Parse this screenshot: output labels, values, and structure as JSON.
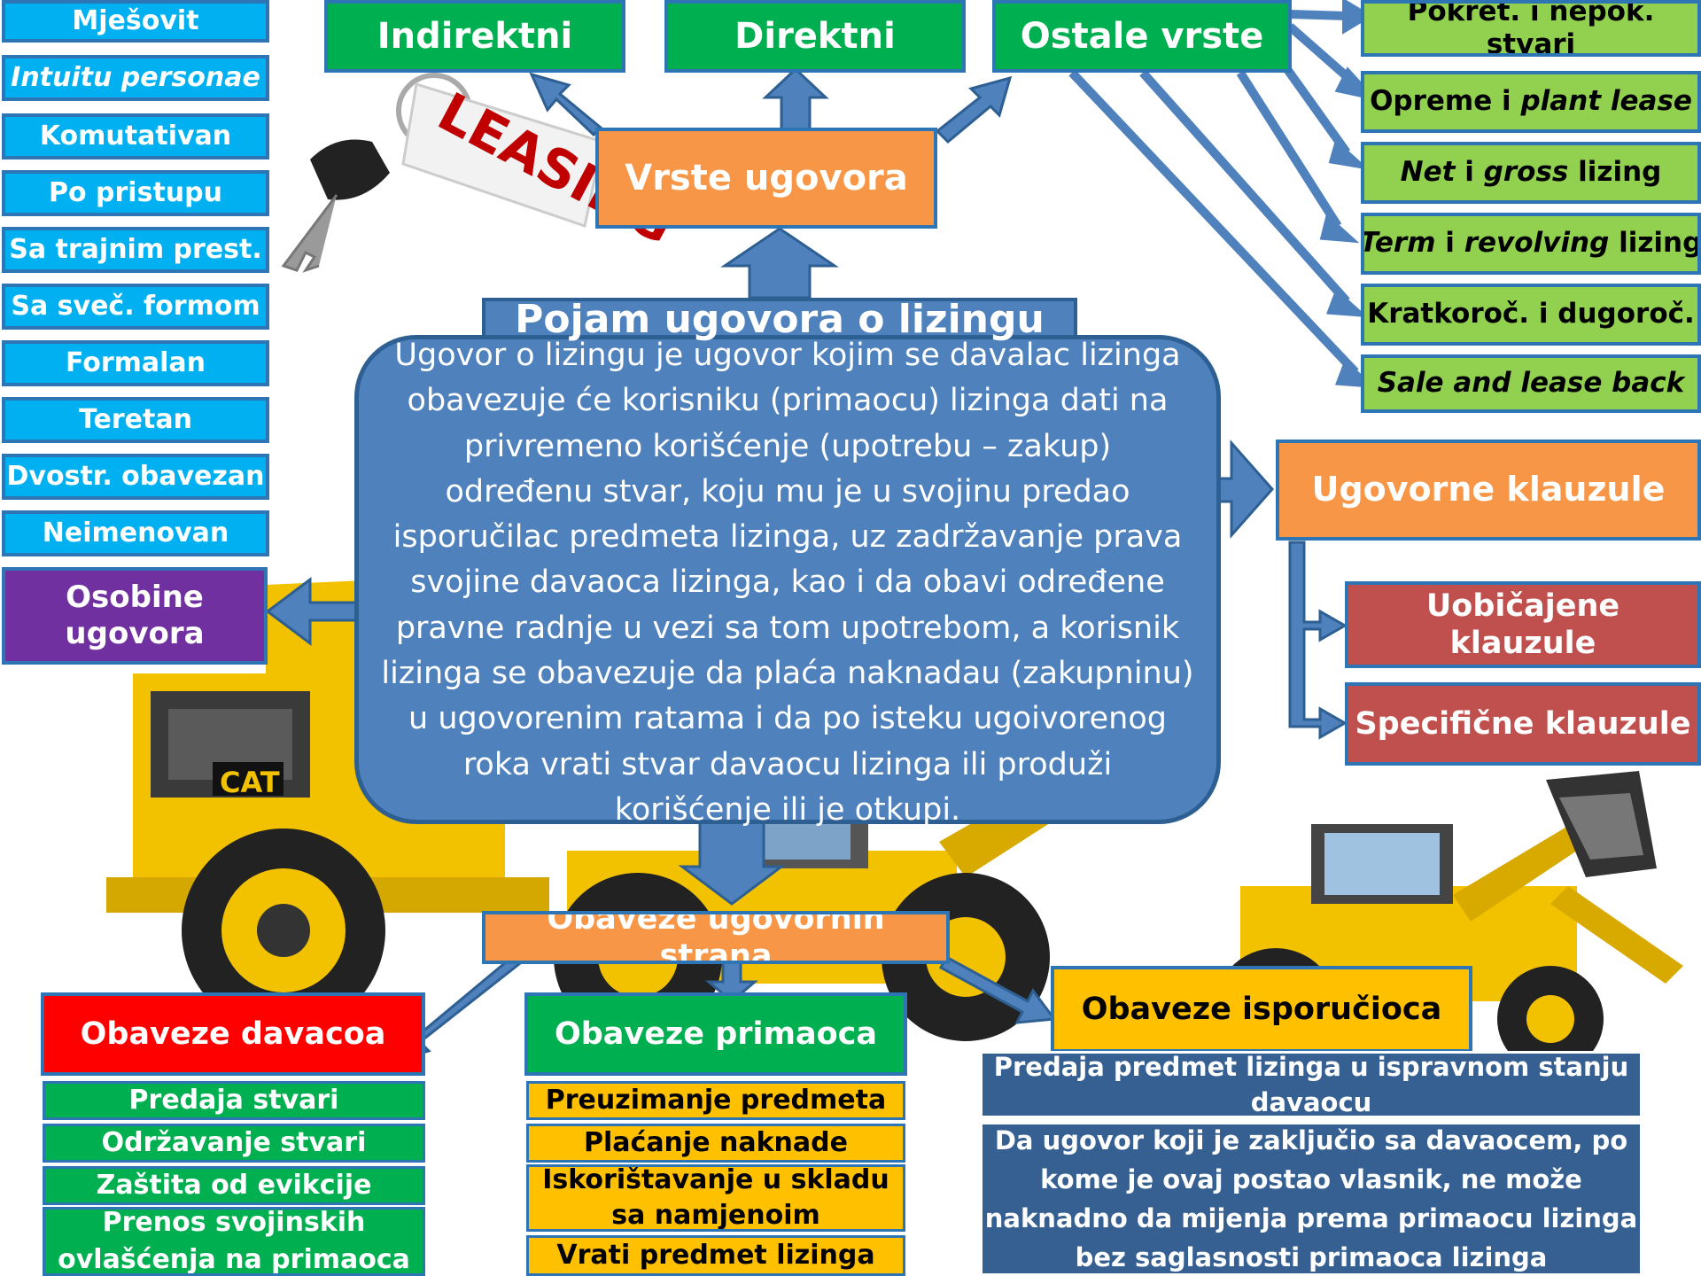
{
  "central": {
    "title": "Pojam ugovora o lizingu",
    "lines": [
      "Ugovor o lizingu je ugovor kojim se davalac lizinga",
      "obavezuje će korisniku (primaocu) lizinga dati na",
      "privremeno korišćenje (upotrebu – zakup)",
      "određenu stvar, koju mu je u svojinu predao",
      "isporučilac predmeta lizinga, uz zadržavanje prava",
      "svojine davaoca lizinga, kao i da obavi određene",
      "pravne radnje u vezi sa tom upotrebom, a korisnik",
      "lizinga se obavezuje da plaća naknadau (zakupninu)",
      "u ugovorenim ratama i da po isteku ugoivorenog",
      "roka vrati stvar davaocu lizinga ili produži",
      "korišćenje ili je otkupi."
    ]
  },
  "left_column": [
    "Mješovit",
    "Intuitu personae",
    "Komutativan",
    "Po pristupu",
    "Sa trajnim prest.",
    "Sa sveč. formom",
    "Formalan",
    "Teretan",
    "Dvostr. obavezan",
    "Neimenovan"
  ],
  "osobine": [
    "Osobine",
    "ugovora"
  ],
  "vrste": {
    "label": "Vrste ugovora",
    "top": [
      "Indirektni",
      "Direktni",
      "Ostale vrste"
    ]
  },
  "right_column": {
    "pokret": "Pokret. i nepok. stvari",
    "opreme": {
      "a": "Opreme i ",
      "b": "plant lease"
    },
    "net": {
      "a": "Net",
      "b": " i ",
      "c": "gross",
      "d": " lizing"
    },
    "term": {
      "a": "Term",
      "b": " i ",
      "c": "revolving",
      "d": " lizing"
    },
    "kratko": "Kratkoroč. i dugoroč.",
    "sale": "Sale and lease back"
  },
  "klauzule": {
    "main": "Ugovorne klauzule",
    "uobicajene": "Uobičajene klauzule",
    "specificne": "Specifične klauzule"
  },
  "obaveze": {
    "main": "Obaveze ugovornih strana",
    "davaoca": {
      "header": "Obaveze davacoa",
      "items": [
        "Predaja stvari",
        "Održavanje stvari",
        "Zaštita od evikcije",
        "Prenos svojinskih ovlašćenja na primaoca"
      ]
    },
    "primaoca": {
      "header": "Obaveze primaoca",
      "items": [
        "Preuzimanje predmeta",
        "Plaćanje naknade",
        "Iskorištavanje u skladu sa namjenoim",
        "Vrati predmet lizinga"
      ]
    },
    "isporucioca": {
      "header": "Obaveze isporučioca",
      "items": [
        "Predaja predmet lizinga u ispravnom stanju davaocu",
        "Da ugovor koji je zaključio sa davaocem, po kome je ovaj postao vlasnik, ne može naknadno da mijenja prema primaocu lizinga bez saglasnosti primaoca lizinga"
      ]
    }
  },
  "images": {
    "keychain_text": "LEASING",
    "truck_text": "CAT"
  },
  "colors": {
    "blue_item": "#00b0f0",
    "green": "#00b050",
    "orange": "#f79646",
    "lime": "#92d050",
    "red": "#c0504d",
    "purple": "#7030a0",
    "steel": "#4f81bd",
    "yellow": "#ffc000",
    "navy": "#366092",
    "bright_red": "#ff0000",
    "machinery": "#f2c200"
  }
}
